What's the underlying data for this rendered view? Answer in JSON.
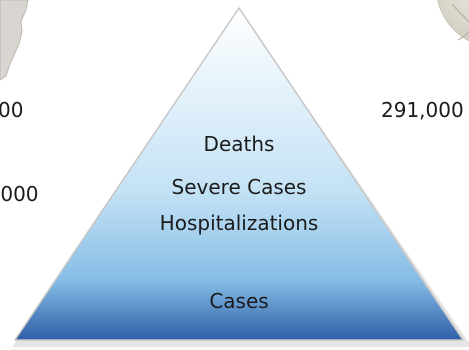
{
  "pyramid": {
    "tiers": [
      {
        "label": "Deaths"
      },
      {
        "label": "Severe Cases"
      },
      {
        "label": "Hospitalizations"
      },
      {
        "label": "Cases"
      }
    ],
    "colors": {
      "top": "#ffffff",
      "mid": "#b9dcf2",
      "bottom": "#2f5fa8",
      "edge": "#c6c6c6"
    }
  },
  "side_figures": {
    "left": [
      "00",
      ",000"
    ],
    "right": [
      "291,000"
    ]
  },
  "icons": {
    "left": "us-map-icon",
    "right": "globe-icon"
  }
}
